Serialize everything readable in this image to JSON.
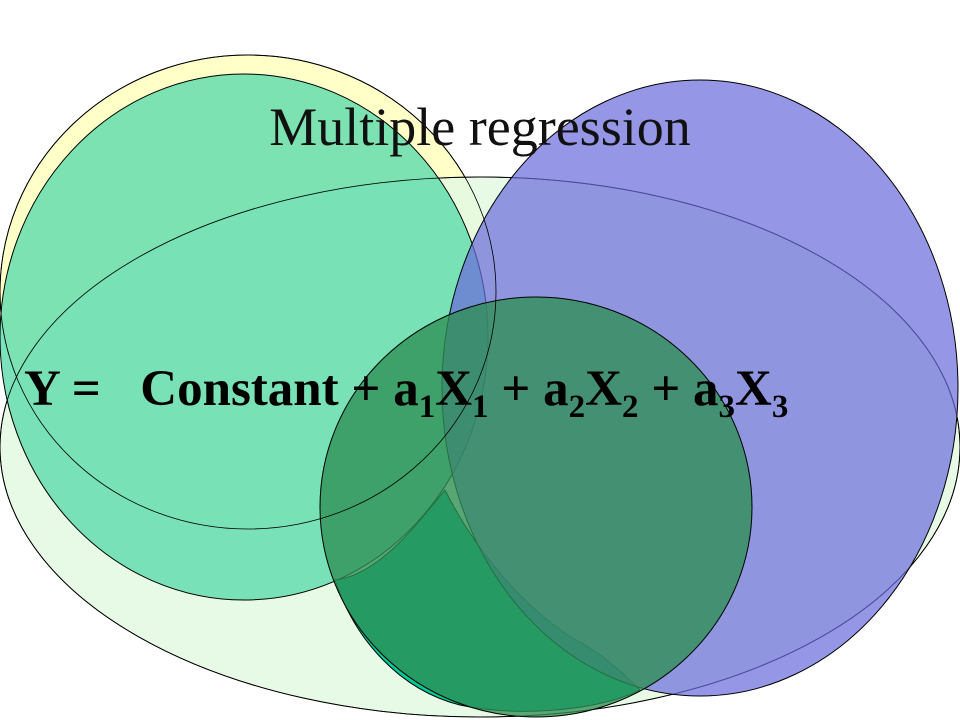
{
  "slide": {
    "title": "Multiple regression",
    "equation": {
      "y": "Y",
      "eq": "=",
      "constant": "Constant",
      "plus": "+",
      "terms": [
        {
          "coef": "a",
          "coef_sub": "1",
          "var": "X",
          "var_sub": "1"
        },
        {
          "coef": "a",
          "coef_sub": "2",
          "var": "X",
          "var_sub": "2"
        },
        {
          "coef": "a",
          "coef_sub": "3",
          "var": "X",
          "var_sub": "3"
        }
      ]
    }
  },
  "colors": {
    "yellow_circle": "#ffffc8",
    "pale_green_ellipse": "#e3f9e1",
    "green_circle": "#5fdcad",
    "blue_ellipse": "#6a69dd",
    "dark_green_circle": "#2f8e55",
    "bright_green_region": "#00c896",
    "stroke": "#000000"
  }
}
